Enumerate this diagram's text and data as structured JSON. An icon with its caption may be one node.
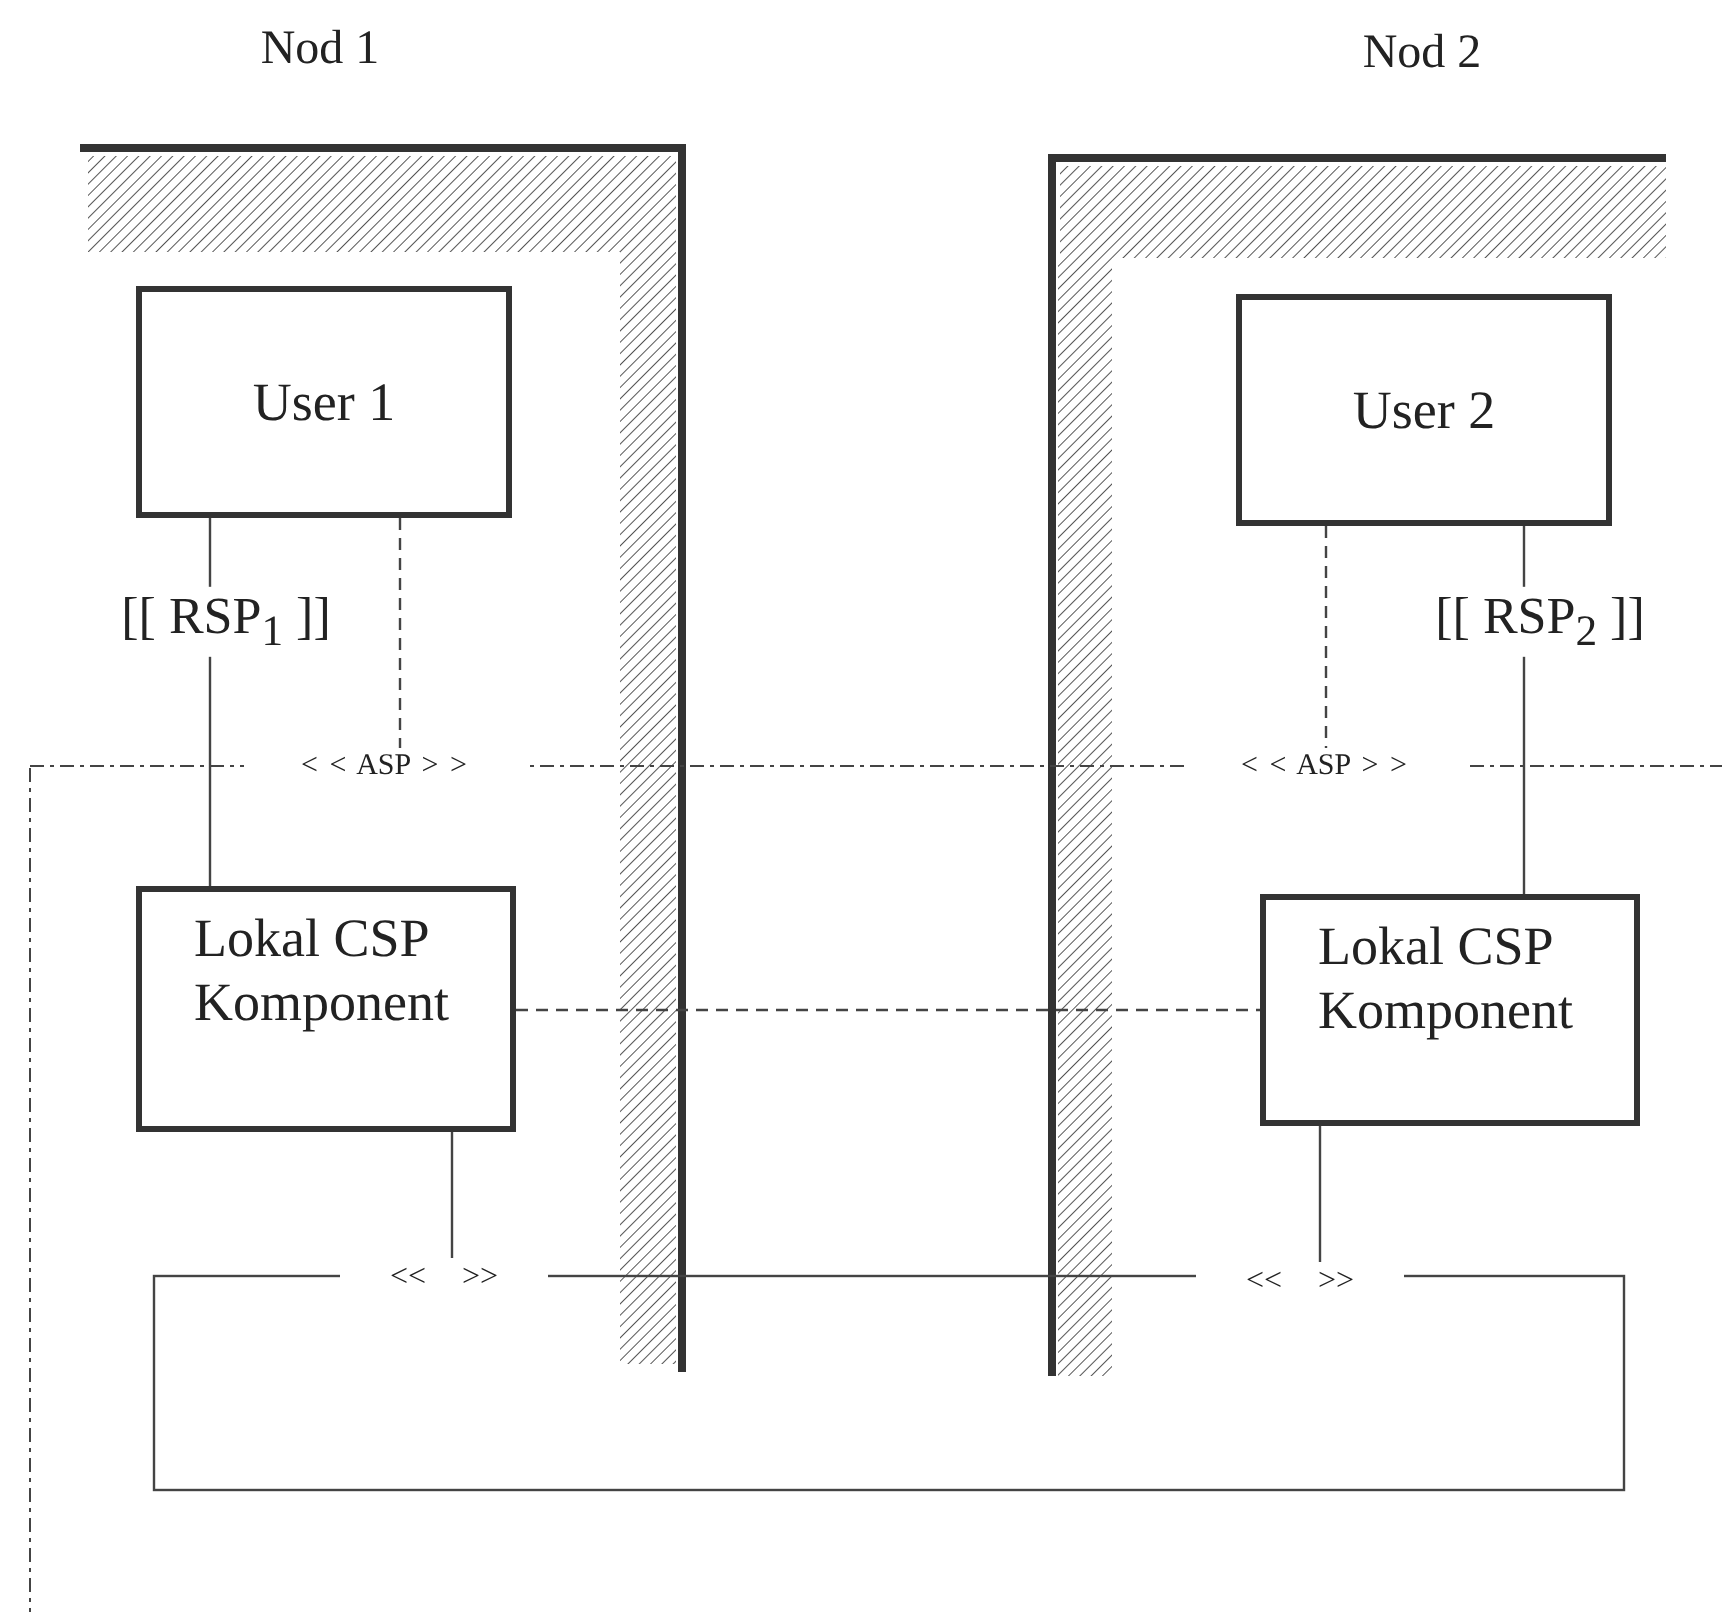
{
  "diagram": {
    "nodes": [
      {
        "text": [
          "User 1"
        ]
      },
      {
        "text": [
          "Lokal CSP Komponent"
        ]
      },
      {
        "text": [
          "User 2"
        ]
      },
      {
        "text": [
          "Lokal CSP Komponent"
        ]
      },
      {
        "text": [
          "< < ASP > >"
        ]
      },
      {
        "text": [
          "< < ASP > >"
        ]
      },
      {
        "text": [
          "<< >>"
        ]
      },
      {
        "text": [
          "<< >>"
        ]
      },
      {
        "text": [],
        "shape": "line"
      },
      {
        "text": [],
        "shape": "line"
      },
      {
        "text": [],
        "shape": "box"
      }
    ],
    "edges": [
      {
        "from": 0,
        "to": 1,
        "arrow": "none",
        "label": "[[ RSP$_{1}$ ]]"
      },
      {
        "from": 0,
        "to": 4,
        "arrow": "none",
        "style": "dashed"
      },
      {
        "from": 2,
        "to": 3,
        "arrow": "none",
        "label": "[[ RSP$_{2}$ ]]"
      },
      {
        "from": 2,
        "to": 5,
        "arrow": "none",
        "style": "dashed"
      },
      {
        "from": 1,
        "to": 3,
        "arrow": "none",
        "style": "dashed"
      },
      {
        "from": 1,
        "to": 6,
        "arrow": "none"
      },
      {
        "from": 3,
        "to": 7,
        "arrow": "none"
      }
    ],
    "labels": [
      "Nod 1",
      "Nod 2"
    ]
  }
}
